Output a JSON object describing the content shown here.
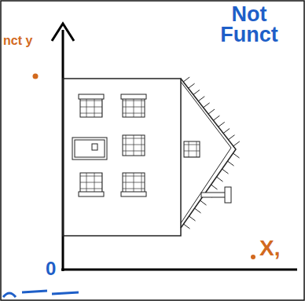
{
  "diagram": {
    "labels": [
      "Not Funct",
      "nct y",
      "0",
      "X,"
    ]
  }
}
